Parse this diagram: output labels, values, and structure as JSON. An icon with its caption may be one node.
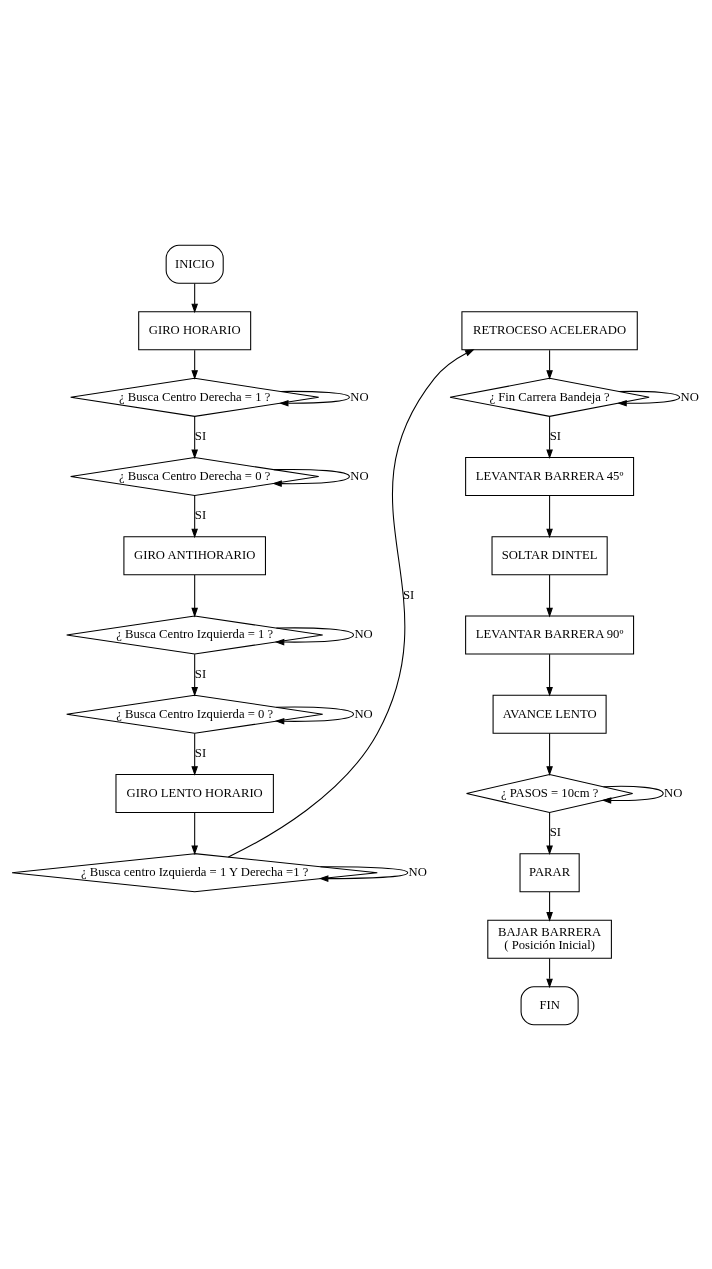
{
  "diagram": {
    "nodes": [
      {
        "text": [
          "INICIO"
        ]
      },
      {
        "text": [
          "GIRO HORARIO"
        ]
      },
      {
        "text": [
          "¿ Busca Centro Derecha = 1 ?"
        ]
      },
      {
        "text": [
          "¿ Busca Centro Derecha = 0 ?"
        ]
      },
      {
        "text": [
          "GIRO ANTIHORARIO"
        ]
      },
      {
        "text": [
          "¿ Busca Centro Izquierda = 1 ?"
        ]
      },
      {
        "text": [
          "¿ Busca Centro Izquierda = 0 ?"
        ]
      },
      {
        "text": [
          "GIRO LENTO HORARIO"
        ]
      },
      {
        "text": [
          "¿ Busca centro Izquierda = 1 Y Derecha =1 ?"
        ]
      },
      {
        "text": [
          "RETROCESO ACELERADO"
        ]
      },
      {
        "text": [
          "¿ Fin Carrera Bandeja ?"
        ]
      },
      {
        "text": [
          "LEVANTAR BARRERA 45º"
        ]
      },
      {
        "text": [
          "SOLTAR DINTEL"
        ]
      },
      {
        "text": [
          "LEVANTAR BARRERA 90º"
        ]
      },
      {
        "text": [
          "AVANCE LENTO"
        ]
      },
      {
        "text": [
          "¿ PASOS = 10cm ?"
        ]
      },
      {
        "text": [
          "PARAR"
        ]
      },
      {
        "text": [
          "BAJAR BARRERA",
          "( Posición Inicial)"
        ]
      },
      {
        "text": [
          "FIN"
        ]
      }
    ],
    "edges": [
      {
        "from": 0,
        "to": 1,
        "arrow": "to"
      },
      {
        "from": 1,
        "to": 2,
        "arrow": "to"
      },
      {
        "from": 2,
        "to": 2,
        "arrow": "to",
        "label": "NO"
      },
      {
        "from": 2,
        "to": 3,
        "arrow": "to",
        "label": "SI"
      },
      {
        "from": 3,
        "to": 3,
        "arrow": "to",
        "label": "NO"
      },
      {
        "from": 3,
        "to": 4,
        "arrow": "to",
        "label": "SI"
      },
      {
        "from": 4,
        "to": 5,
        "arrow": "to"
      },
      {
        "from": 5,
        "to": 5,
        "arrow": "to",
        "label": "NO"
      },
      {
        "from": 5,
        "to": 6,
        "arrow": "to",
        "label": "SI"
      },
      {
        "from": 6,
        "to": 6,
        "arrow": "to",
        "label": "NO"
      },
      {
        "from": 6,
        "to": 7,
        "arrow": "to",
        "label": "SI"
      },
      {
        "from": 7,
        "to": 8,
        "arrow": "to"
      },
      {
        "from": 8,
        "to": 8,
        "arrow": "to",
        "label": "NO"
      },
      {
        "from": 8,
        "to": 9,
        "arrow": "to",
        "label": "SI"
      },
      {
        "from": 9,
        "to": 10,
        "arrow": "to"
      },
      {
        "from": 10,
        "to": 10,
        "arrow": "to",
        "label": "NO"
      },
      {
        "from": 10,
        "to": 11,
        "arrow": "to",
        "label": "SI"
      },
      {
        "from": 11,
        "to": 12,
        "arrow": "to"
      },
      {
        "from": 12,
        "to": 13,
        "arrow": "to"
      },
      {
        "from": 13,
        "to": 14,
        "arrow": "to"
      },
      {
        "from": 14,
        "to": 15,
        "arrow": "to"
      },
      {
        "from": 15,
        "to": 15,
        "arrow": "to",
        "label": "NO"
      },
      {
        "from": 15,
        "to": 16,
        "arrow": "to",
        "label": "SI"
      },
      {
        "from": 16,
        "to": 17,
        "arrow": "to"
      },
      {
        "from": 17,
        "to": 18,
        "arrow": "to"
      }
    ]
  }
}
